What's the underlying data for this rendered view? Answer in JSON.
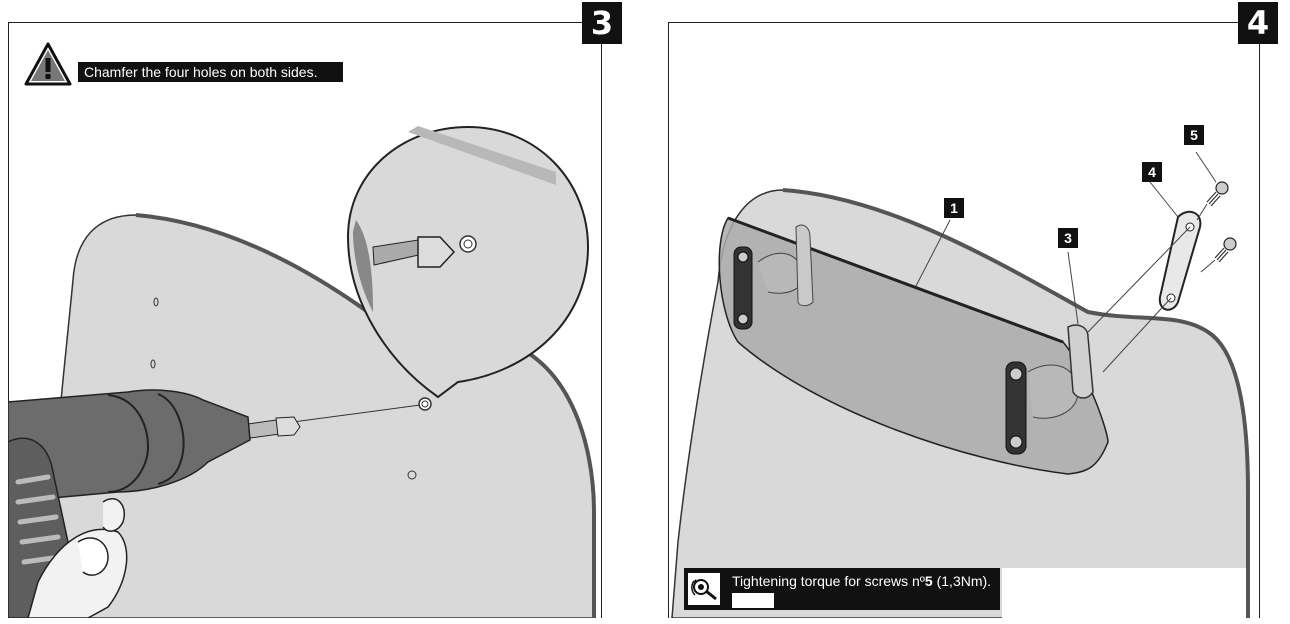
{
  "panel3": {
    "step_number": "3",
    "warning_text": "Chamfer the four holes on both sides."
  },
  "panel4": {
    "step_number": "4",
    "callouts": [
      "1",
      "3",
      "4",
      "5"
    ],
    "torque_text_prefix": "Tightening torque for screws nº",
    "torque_screw_number": "5",
    "torque_text_suffix": " (1,3Nm)."
  },
  "icons": [
    "warning-icon",
    "torque-wrench-icon"
  ],
  "colors": {
    "ink": "#111111",
    "screen": "#d9d9d9",
    "skin": "#f2f2f2"
  }
}
